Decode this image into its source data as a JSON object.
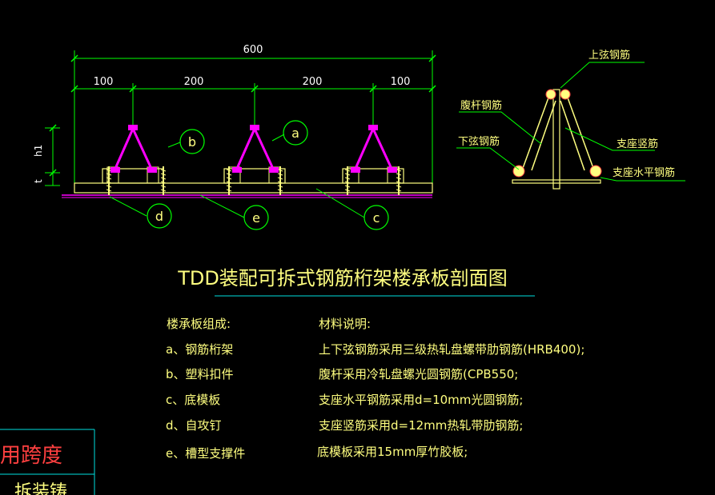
{
  "colors": {
    "background": "#000000",
    "yellow": "#ffff80",
    "green": "#00ff00",
    "magenta": "#ff00ff",
    "cyan": "#00e0e0",
    "white": "#ffffff",
    "red": "#ff4040"
  },
  "dimensions": {
    "total": "600",
    "seg1": "100",
    "seg2": "200",
    "seg3": "200",
    "seg4": "100",
    "h1": "h1",
    "t": "t"
  },
  "markers": {
    "a": "a",
    "b": "b",
    "c": "c",
    "d": "d",
    "e": "e"
  },
  "detail_labels": {
    "top_chord": "上弦钢筋",
    "web_bar": "腹杆钢筋",
    "bottom_chord": "下弦钢筋",
    "vertical_bar": "支座竖筋",
    "horizontal_bar": "支座水平钢筋"
  },
  "title": "TDD装配可拆式钢筋桁架楼承板剖面图",
  "composition": {
    "heading": "楼承板组成:",
    "items": [
      "a、钢筋桁架",
      "b、塑料扣件",
      "c、底模板",
      "d、自攻钉",
      "e、槽型支撑件"
    ]
  },
  "materials": {
    "heading": "材料说明:",
    "items": [
      "上下弦钢筋采用三级热轧盘螺带肋钢筋(HRB400);",
      "腹杆采用冷轧盘螺光圆钢筋(CPB550;",
      "支座水平钢筋采用d=10mm光圆钢筋;",
      "支座竖筋采用d=12mm热轧带肋钢筋;",
      "底模板采用15mm厚竹胶板;"
    ]
  },
  "side_box": {
    "line1": "用跨度",
    "line2": "拆装铸"
  }
}
